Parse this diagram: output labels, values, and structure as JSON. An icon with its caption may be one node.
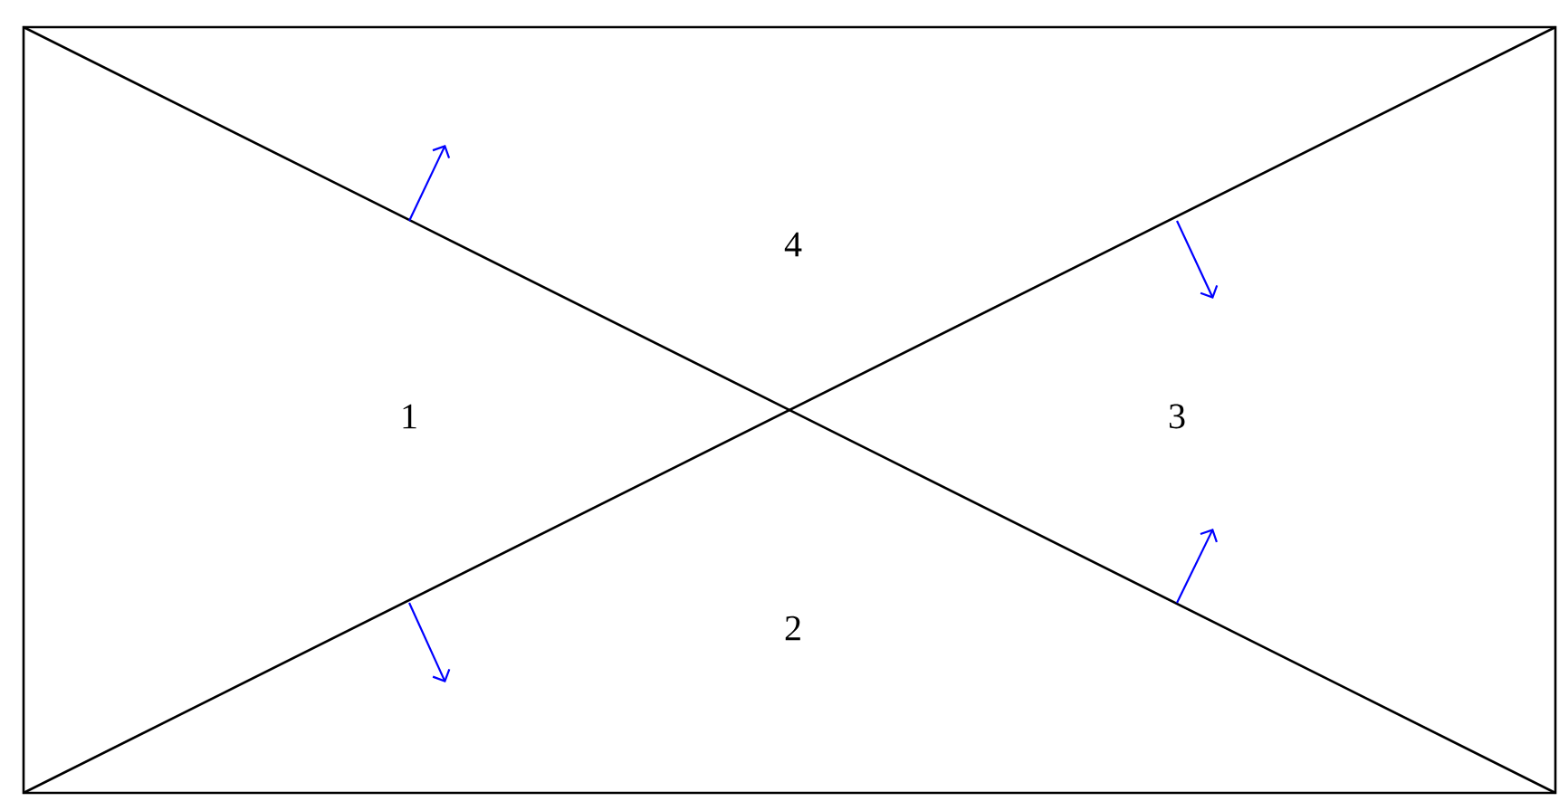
{
  "diagram": {
    "labels": [
      "4",
      "1",
      "3",
      "2"
    ]
  }
}
